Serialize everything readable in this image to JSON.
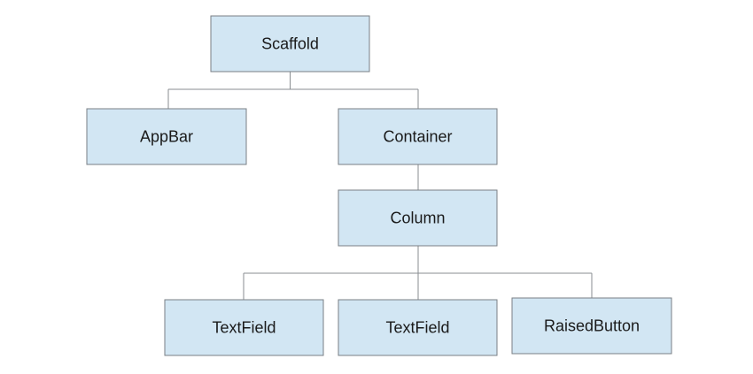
{
  "nodes": {
    "scaffold": "Scaffold",
    "appbar": "AppBar",
    "container": "Container",
    "column": "Column",
    "textfield_1": "TextField",
    "textfield_2": "TextField",
    "raisedbutton": "RaisedButton"
  },
  "colors": {
    "node_fill": "#d2e6f3",
    "node_border": "#7a7f84",
    "connector": "#8a8e92",
    "text": "#1a1a1a"
  }
}
